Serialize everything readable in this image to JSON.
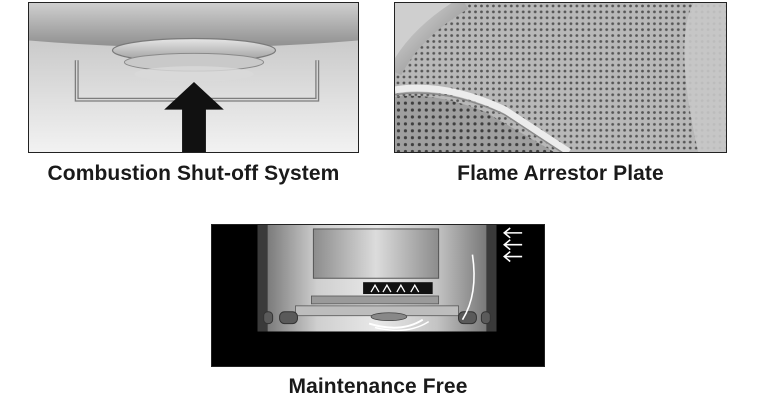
{
  "figures": [
    {
      "caption": "Combustion Shut-off System",
      "icon": "upward-arrow-icon"
    },
    {
      "caption": "Flame Arrestor Plate"
    },
    {
      "caption": "Maintenance Free",
      "icon": "airflow-arrows-icon"
    }
  ]
}
